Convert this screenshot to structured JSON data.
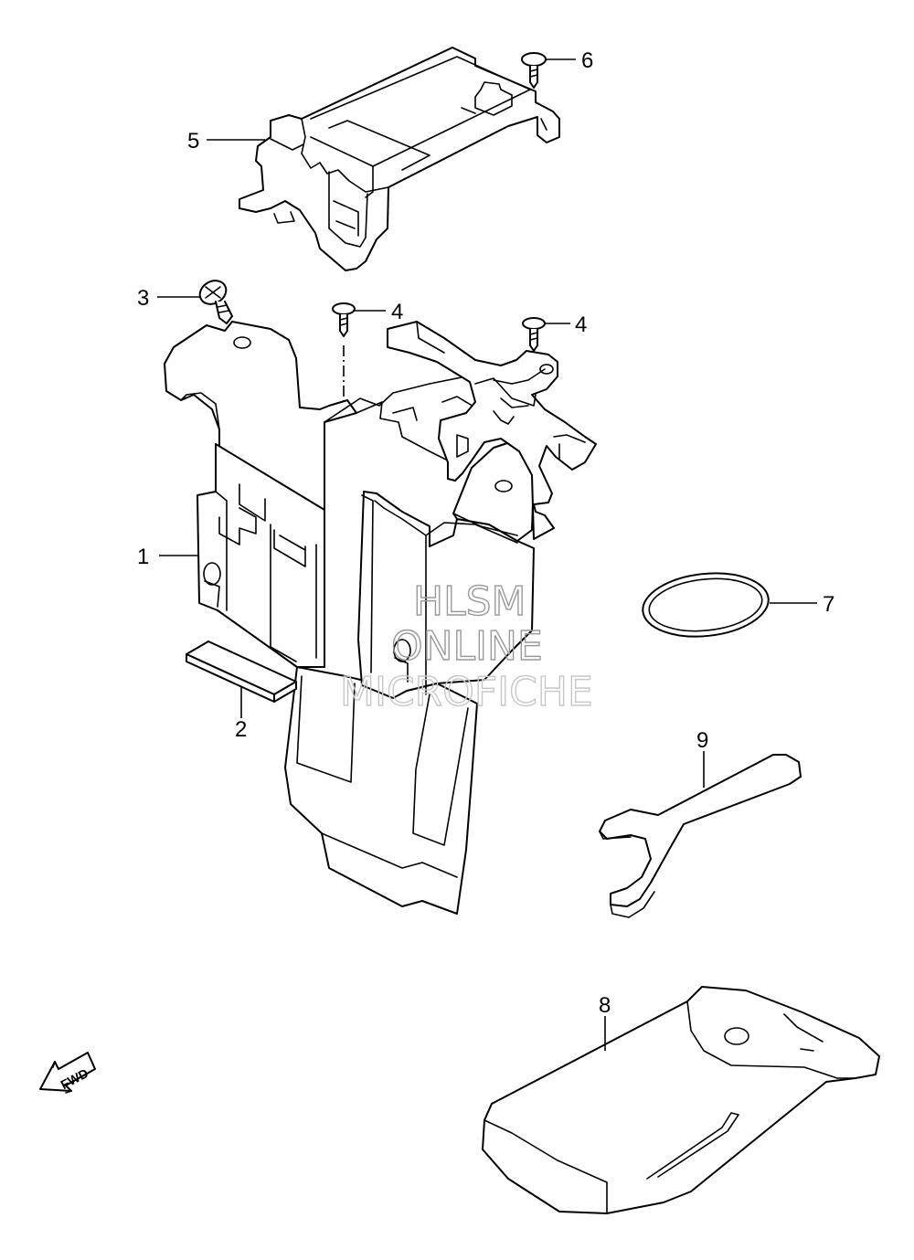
{
  "callouts": [
    "1",
    "2",
    "3",
    "4",
    "4",
    "5",
    "6",
    "7",
    "8",
    "9"
  ],
  "watermark": {
    "line1": "HLSM",
    "line2": "ONLINE",
    "line3": "MICROFICHE"
  },
  "direction": {
    "label": "FWD",
    "icon": "fwd-arrow-icon"
  },
  "colors": {
    "line": "#000000",
    "background": "#ffffff",
    "watermark": "#9a9a9a"
  }
}
